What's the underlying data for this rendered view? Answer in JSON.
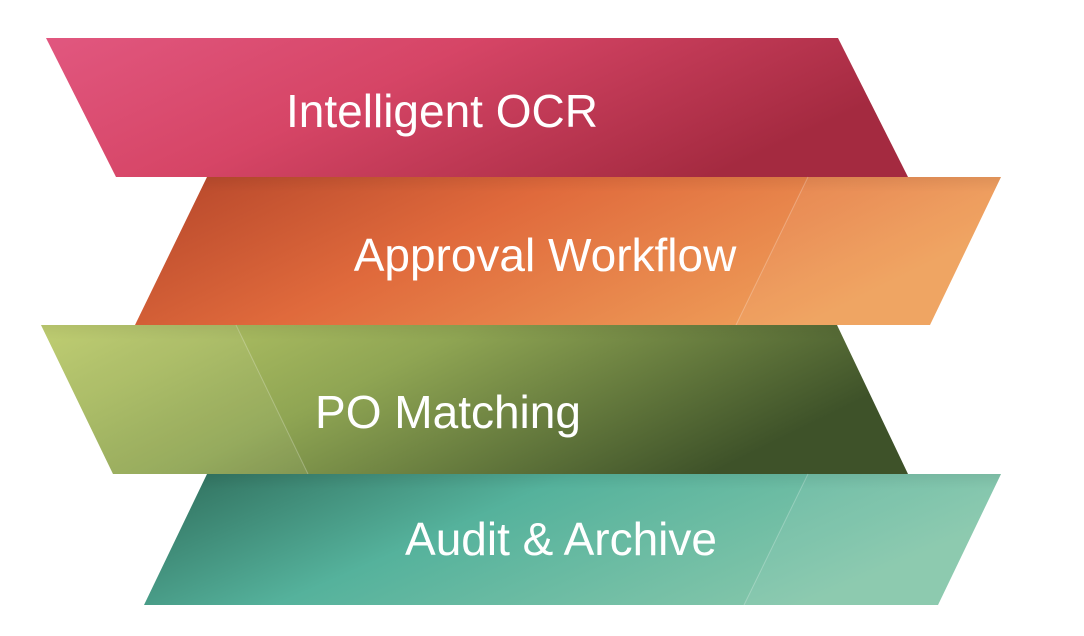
{
  "bands": [
    {
      "label": "Intelligent OCR",
      "colors": [
        "#e1577f",
        "#d64566",
        "#a42a40"
      ]
    },
    {
      "label": "Approval Workflow",
      "colors": [
        "#b4452a",
        "#e06a3c",
        "#efa05a"
      ]
    },
    {
      "label": "PO Matching",
      "colors": [
        "#bccb6a",
        "#8fa553",
        "#3e5229"
      ]
    },
    {
      "label": "Audit & Archive",
      "colors": [
        "#2e6c5a",
        "#55b29c",
        "#86c7ab"
      ]
    }
  ]
}
